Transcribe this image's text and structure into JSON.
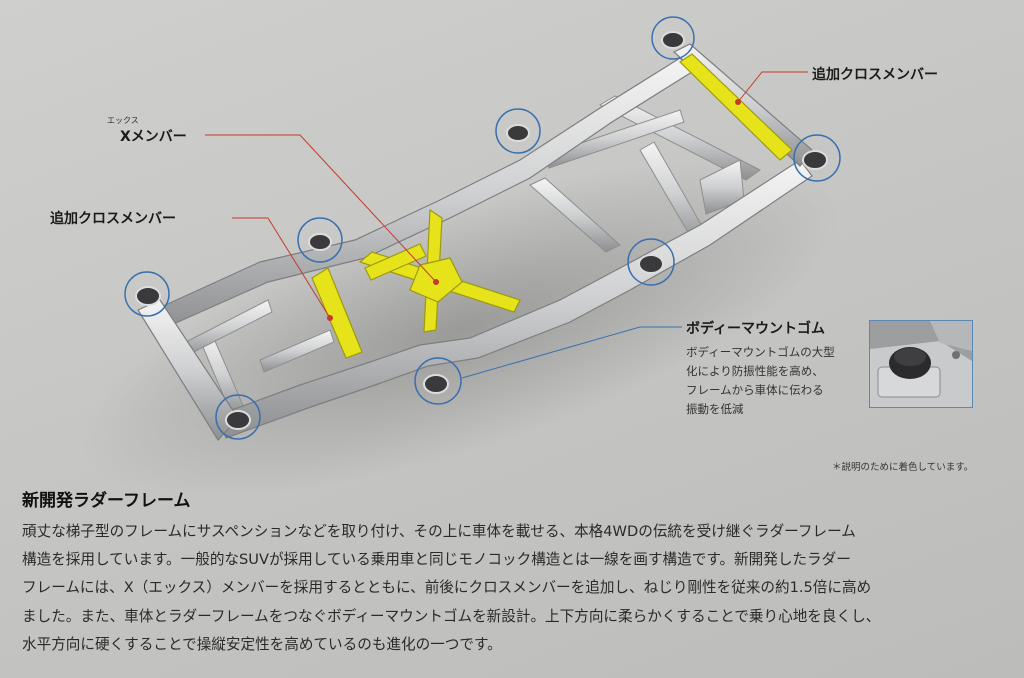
{
  "callouts": {
    "x_member_ruby": "エックス",
    "x_member": "Xメンバー",
    "cross_member_left": "追加クロスメンバー",
    "cross_member_right": "追加クロスメンバー",
    "body_mount": "ボディーマウントゴム"
  },
  "body_mount_description": [
    "ボディーマウントゴムの大型",
    "化により防振性能を高め、",
    "フレームから車体に伝わる",
    "振動を低減"
  ],
  "note": "＊説明のために着色しています。",
  "heading": "新開発ラダーフレーム",
  "body_lines": [
    "頑丈な梯子型のフレームにサスペンションなどを取り付け、その上に車体を載せる、本格4WDの伝統を受け継ぐラダーフレーム",
    "構造を採用しています。一般的なSUVが採用している乗用車と同じモノコック構造とは一線を画す構造です。新開発したラダー",
    "フレームには、X（エックス）メンバーを採用するとともに、前後にクロスメンバーを追加し、ねじり剛性を従来の約1.5倍に高め",
    "ました。また、車体とラダーフレームをつなぐボディーマウントゴムを新設計。上下方向に柔らかくすることで乗り心地を良くし、",
    "水平方向に硬くすることで操縦安定性を高めているのも進化の一つです。"
  ],
  "colors": {
    "highlight_yellow": "#e6e31a",
    "leader_red": "#c43a2c",
    "leader_blue": "#3a6fb0",
    "frame_silver": "#d9dadb"
  }
}
